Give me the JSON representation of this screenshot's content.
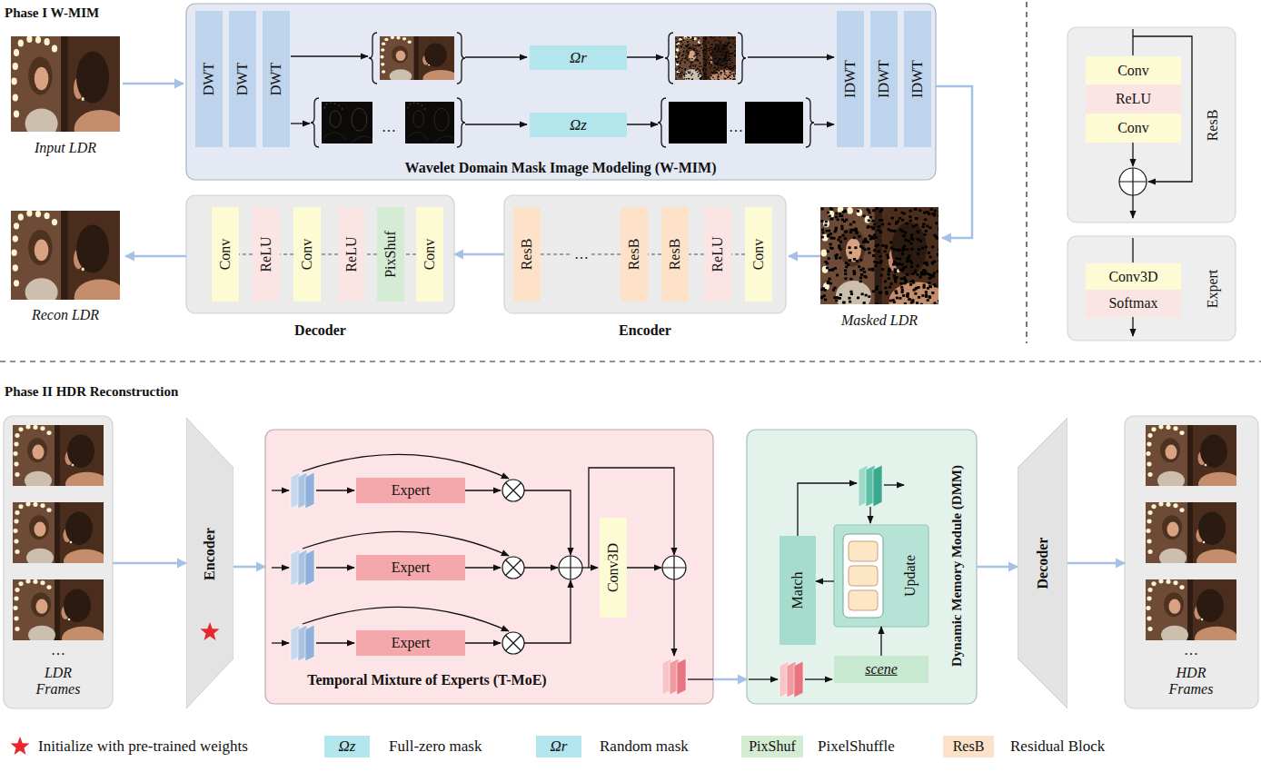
{
  "diagram": {
    "nodes": [
      {
        "text": [
          "Wavelet Domain Mask Image Modeling (W-MIM)"
        ]
      },
      {
        "text": [
          "DWT"
        ],
        "in": 0
      },
      {
        "text": [
          "DWT"
        ],
        "in": 0
      },
      {
        "text": [
          "DWT"
        ],
        "in": 0
      },
      {
        "text": [
          "Ωr"
        ],
        "in": 0
      },
      {
        "text": [
          "Ωz"
        ],
        "in": 0
      },
      {
        "text": [
          "IDWT"
        ],
        "in": 0
      },
      {
        "text": [
          "IDWT"
        ],
        "in": 0
      },
      {
        "text": [
          "IDWT"
        ],
        "in": 0
      },
      {
        "text": [
          "Decoder"
        ]
      },
      {
        "text": [
          "Conv"
        ],
        "in": 9
      },
      {
        "text": [
          "ReLU"
        ],
        "in": 9
      },
      {
        "text": [
          "Conv"
        ],
        "in": 9
      },
      {
        "text": [
          "ReLU"
        ],
        "in": 9
      },
      {
        "text": [
          "PixShuf"
        ],
        "in": 9
      },
      {
        "text": [
          "Conv"
        ],
        "in": 9
      },
      {
        "text": [
          "Encoder"
        ]
      },
      {
        "text": [
          "ResB"
        ],
        "in": 16
      },
      {
        "text": [
          "ResB"
        ],
        "in": 16
      },
      {
        "text": [
          "ResB"
        ],
        "in": 16
      },
      {
        "text": [
          "ReLU"
        ],
        "in": 16
      },
      {
        "text": [
          "Conv"
        ],
        "in": 16
      },
      {
        "text": [
          "ResB"
        ]
      },
      {
        "text": [
          "Conv"
        ],
        "in": 22
      },
      {
        "text": [
          "ReLU"
        ],
        "in": 22
      },
      {
        "text": [
          "Conv"
        ],
        "in": 22
      },
      {
        "text": [
          "Expert"
        ]
      },
      {
        "text": [
          "Conv3D"
        ],
        "in": 26
      },
      {
        "text": [
          "Softmax"
        ],
        "in": 26
      },
      {
        "text": [
          "…",
          "LDR Frames"
        ]
      },
      {
        "text": [
          "Encoder"
        ]
      },
      {
        "text": [
          "Temporal Mixture of Experts (T-MoE)"
        ]
      },
      {
        "text": [
          "Expert"
        ],
        "in": 31
      },
      {
        "text": [
          "Expert"
        ],
        "in": 31
      },
      {
        "text": [
          "Expert"
        ],
        "in": 31
      },
      {
        "text": [
          "Conv3D"
        ],
        "in": 31
      },
      {
        "text": [
          "Dynamic Memory Module (DMM)"
        ]
      },
      {
        "text": [
          "Match"
        ],
        "in": 36
      },
      {
        "text": [
          "Update"
        ],
        "in": 36
      },
      {
        "text": [
          "scene"
        ],
        "in": 36
      },
      {
        "text": [
          "Decoder"
        ]
      },
      {
        "text": [
          "…",
          "HDR Frames"
        ]
      }
    ],
    "edges": [
      {
        "from": 21,
        "to": 20,
        "arrow": "none"
      },
      {
        "from": 20,
        "to": 19,
        "arrow": "none"
      },
      {
        "from": 19,
        "to": 18,
        "arrow": "none"
      },
      {
        "from": 18,
        "to": 17,
        "arrow": "none"
      },
      {
        "from": 16,
        "to": 9,
        "arrow": "to"
      },
      {
        "from": 15,
        "to": 14,
        "arrow": "none"
      },
      {
        "from": 14,
        "to": 13,
        "arrow": "none"
      },
      {
        "from": 13,
        "to": 12,
        "arrow": "none"
      },
      {
        "from": 12,
        "to": 11,
        "arrow": "none"
      },
      {
        "from": 11,
        "to": 10,
        "arrow": "none"
      },
      {
        "from": 29,
        "to": 30,
        "arrow": "to"
      },
      {
        "from": 30,
        "to": 31,
        "arrow": "to"
      },
      {
        "from": 31,
        "to": 36,
        "arrow": "to"
      },
      {
        "from": 36,
        "to": 40,
        "arrow": "to"
      },
      {
        "from": 40,
        "to": 41,
        "arrow": "to"
      },
      {
        "from": 39,
        "to": 38,
        "arrow": "to"
      },
      {
        "from": 38,
        "to": 37,
        "arrow": "to"
      }
    ],
    "labels": [
      "Phase I W-MIM",
      "Input LDR",
      "…",
      "…",
      "Masked LDR",
      "Recon LDR",
      "…",
      "Phase II HDR Reconstruction",
      "Ωz",
      "Ωr",
      "PixShuf",
      "ResB"
    ],
    "legend": [
      {
        "text": "Initialize with pre-trained weights"
      },
      {
        "text": "Full-zero mask",
        "color": "#b3e6ec"
      },
      {
        "text": "Random mask",
        "color": "#b3e6ec"
      },
      {
        "text": "PixelShuffle",
        "color": "#d4ecd4"
      },
      {
        "text": "Residual Block",
        "color": "#fde2c9"
      }
    ]
  }
}
